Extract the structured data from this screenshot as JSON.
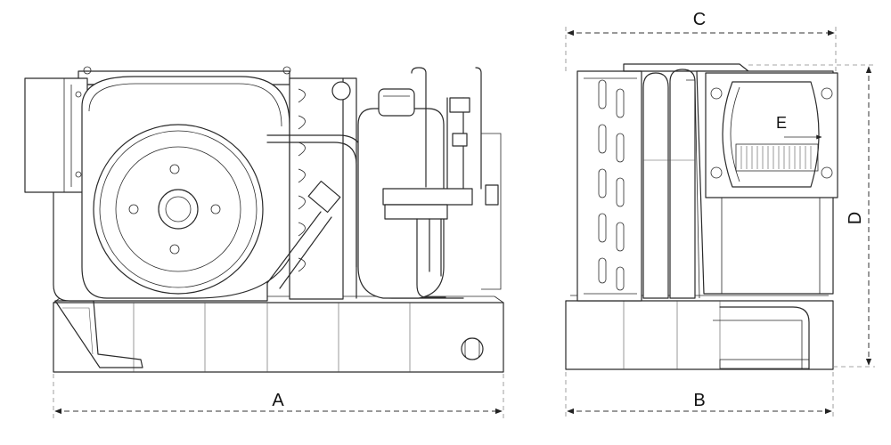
{
  "dimensions": {
    "a": "A",
    "b": "B",
    "c": "C",
    "d": "D",
    "e": "E"
  },
  "colors": {
    "line": "#2a2a2a",
    "background": "#ffffff"
  }
}
